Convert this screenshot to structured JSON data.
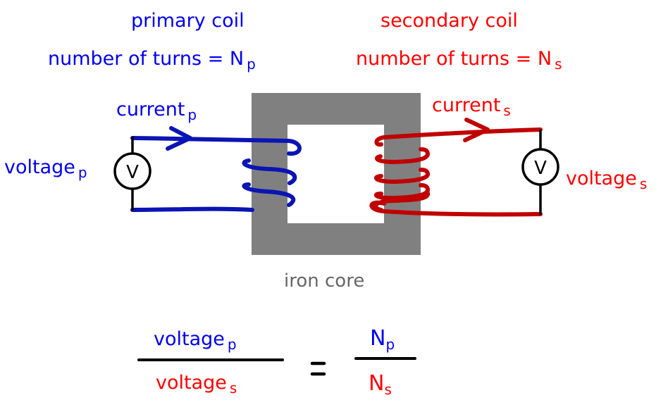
{
  "title": "Transformer",
  "colors": {
    "primary_text": "#0000ee",
    "primary_wire": "#0b14b4",
    "secondary_text": "#ff0000",
    "secondary_wire": "#c00000",
    "core": "#808080",
    "core_label": "#666666",
    "meter": "#000000"
  },
  "primary": {
    "heading": "primary coil",
    "turns_label": "number of turns = N",
    "turns_subscript": "p",
    "current_label": "current",
    "current_subscript": "p",
    "voltage_label": "voltage",
    "voltage_subscript": "p",
    "coil_turns_drawn": 3
  },
  "secondary": {
    "heading": "secondary coil",
    "turns_label": "number of turns = N",
    "turns_subscript": "s",
    "current_label": "current",
    "current_subscript": "s",
    "voltage_label": "voltage",
    "voltage_subscript": "s",
    "coil_turns_drawn": 5
  },
  "core": {
    "label": "iron core"
  },
  "meter": {
    "symbol": "V",
    "name": "voltmeter"
  },
  "equation": {
    "lhs_numerator": "voltage",
    "lhs_numerator_sub": "p",
    "lhs_denominator": "voltage",
    "lhs_denominator_sub": "s",
    "operator": "=",
    "rhs_numerator": "N",
    "rhs_numerator_sub": "p",
    "rhs_denominator": "N",
    "rhs_denominator_sub": "s"
  }
}
